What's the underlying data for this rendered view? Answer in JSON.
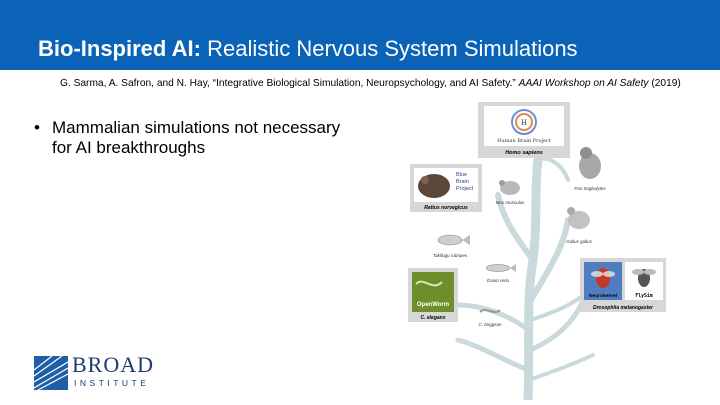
{
  "slide": {
    "title_bold": "Bio-Inspired AI:",
    "title_rest": "Realistic Nervous System Simulations",
    "citation_authors": "G. Sarma, A. Safron, and N. Hay, “Integrative Biological Simulation, Neuropsychology, and AI Safety.”",
    "citation_venue": "AAAI Workshop on AI Safety",
    "citation_year": "(2019)",
    "bullet_marker": "•",
    "bullet_line1": "Mammalian simulations not necessary",
    "bullet_line2": "for AI breakthroughs"
  },
  "figure": {
    "hbp_label": "Human Brain Project",
    "hbp_species": "Homo sapiens",
    "bbp_label1": "Blue",
    "bbp_label2": "Brain",
    "bbp_label3": "Project",
    "bbp_species": "Rattus norvegicus",
    "mus": "Mus musculus",
    "pan": "Pan troglodytes",
    "takifugu": "Takifugu rubripes",
    "gallus": "Gallus gallus",
    "danio": "Danio rerio",
    "openworm": "OpenWorm",
    "celegans": "C. elegans",
    "cbriggsae": "C. briggsae",
    "neurokernel": "Neurokernel",
    "flysim": "FlySim",
    "drosophila": "Drosophila melanogaster"
  },
  "logo": {
    "name": "BROAD",
    "sub": "INSTITUTE"
  },
  "colors": {
    "header": "#0b63b8",
    "tree": "#c9d9dc",
    "logo": "#1f3b6e"
  }
}
